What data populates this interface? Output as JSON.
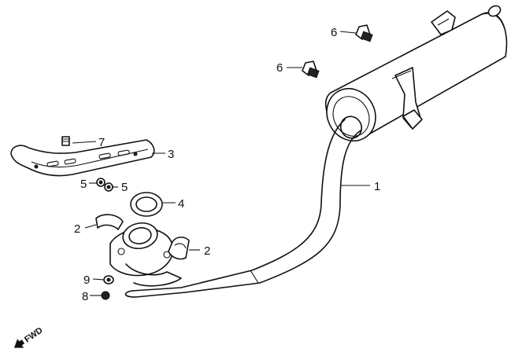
{
  "callouts": {
    "c1": "1",
    "c2a": "2",
    "c2b": "2",
    "c3": "3",
    "c4": "4",
    "c5a": "5",
    "c5b": "5",
    "c6a": "6",
    "c6b": "6",
    "c7": "7",
    "c8": "8",
    "c9": "9"
  },
  "direction_marker": {
    "label": "FWD",
    "icon": "arrow-icon"
  },
  "ink_color": "#111111"
}
